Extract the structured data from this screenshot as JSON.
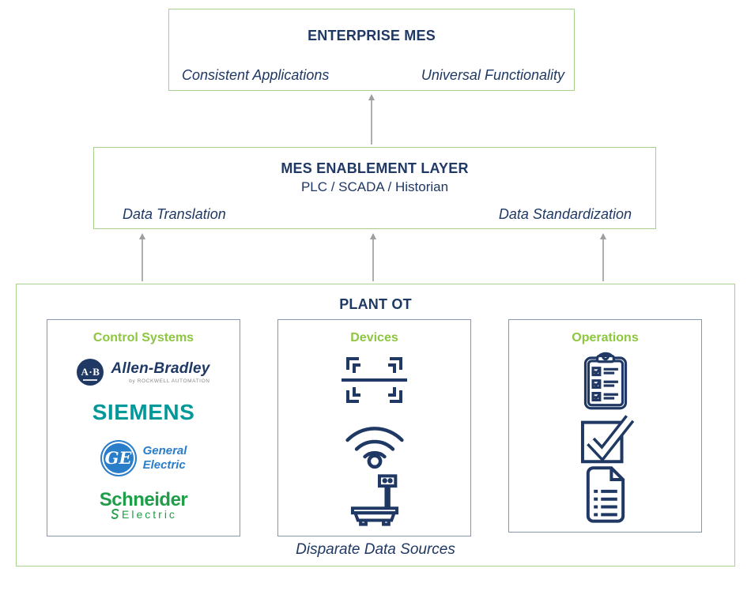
{
  "colors": {
    "navy_text": "#1F3864",
    "green_box_border": "#A9D18E",
    "inner_box_border": "#8497B0",
    "green_heading": "#8DC63F",
    "arrow_gray": "#A6A6A6",
    "siemens_teal": "#009999",
    "ge_blue": "#2A7DC9",
    "schneider_green": "#1E9E48",
    "rockwell_gray": "#8A8A8A"
  },
  "enterprise": {
    "title": "ENTERPRISE MES",
    "left_label": "Consistent Applications",
    "right_label": "Universal Functionality"
  },
  "enablement": {
    "title": "MES ENABLEMENT LAYER",
    "subtitle": "PLC / SCADA / Historian",
    "left_label": "Data Translation",
    "right_label": "Data Standardization"
  },
  "plant": {
    "title": "PLANT OT",
    "footer": "Disparate Data Sources",
    "columns": [
      {
        "title": "Control Systems",
        "logos": [
          "Allen-Bradley by Rockwell Automation",
          "SIEMENS",
          "General Electric",
          "Schneider Electric"
        ]
      },
      {
        "title": "Devices",
        "icons": [
          "barcode-scan-icon",
          "wifi-icon",
          "industrial-scale-icon"
        ]
      },
      {
        "title": "Operations",
        "icons": [
          "clipboard-checklist-icon",
          "checkbox-checked-icon",
          "document-lines-icon"
        ]
      }
    ]
  },
  "logos": {
    "allen_bradley": {
      "badge": "A·B",
      "name": "Allen-Bradley",
      "byline": "by ROCKWELL AUTOMATION"
    },
    "siemens": {
      "name": "SIEMENS"
    },
    "ge": {
      "monogram": "GE",
      "line1": "General",
      "line2": "Electric"
    },
    "schneider": {
      "name": "Schneider",
      "sub": "Electric"
    }
  }
}
